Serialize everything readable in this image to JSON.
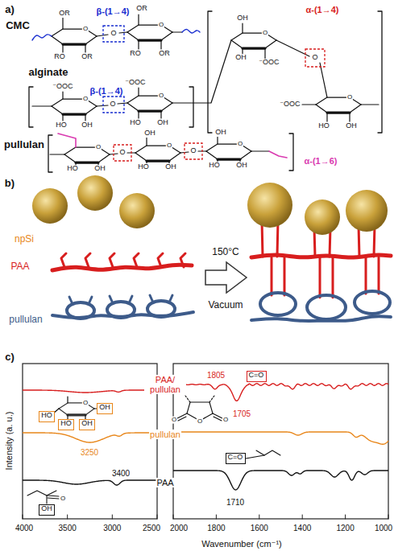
{
  "diagram": {
    "nodes": [
      {
        "text": [
          "C=O"
        ]
      },
      {
        "text": [
          "HO"
        ]
      },
      {
        "text": [
          "HO"
        ]
      },
      {
        "text": [
          "OH"
        ]
      },
      {
        "text": [
          "OH"
        ]
      },
      {
        "text": [
          "C=O"
        ]
      },
      {
        "text": [
          "OH"
        ]
      }
    ],
    "labels": [
      "a)",
      "CMC",
      "β-(1→4)",
      "OR",
      "O",
      "RO",
      "OR",
      "O",
      "OR",
      "O",
      "RO",
      "OR",
      "alginate",
      "⁻OOC",
      "O",
      "HO",
      "OH",
      "O",
      "β-(1→4)",
      "⁻OOC",
      "O",
      "HO",
      "OH",
      "α-(1→4)",
      "OH",
      "O",
      "OH",
      "⁻OOC",
      "O",
      "O",
      "⁻OOC",
      "HO",
      "OH",
      "pullulan",
      "O",
      "HO",
      "OH",
      "O",
      "OH",
      "O",
      "HO",
      "OH",
      "O",
      "OH",
      "O",
      "HO",
      "OH",
      "α-(1→6)",
      "b)",
      "npSi",
      "PAA",
      "pullulan",
      "150°C",
      "Vacuum",
      "c)",
      "Intensity (a. u.)",
      "PAA/ pullulan",
      "pullulan",
      "PAA",
      "1805",
      "O",
      "O",
      "O",
      "1705",
      "O",
      "3250",
      "3400",
      "O",
      "1710",
      "4000",
      "3500",
      "3000",
      "2500",
      "2000",
      "1800",
      "1600",
      "1400",
      "1200",
      "1000",
      "Wavenumber (cm⁻¹)"
    ]
  }
}
